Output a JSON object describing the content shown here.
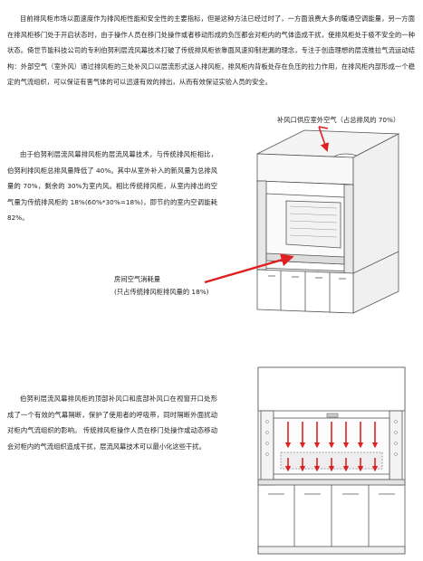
{
  "paragraphs": {
    "intro": "目前排风柜市场以面速度作为排风柜性能和安全性的主要指标，但是这种方法已经过时了，一方面浪费大多的暖通空调能量，另一方面在排风柜移门处于开启状态时，由于操作人员在移门处操作或者移动形成的负压都会对柜内的气体造成干扰，使排风柜处于极不安全的一种状态。倚世节能科技公司的专利伯努利层流风幕技术打破了传统排风柜依靠面风速抑制泄漏的理念，专注于创造理想的层流推拉气流运动结构：外部空气（室外风）通过排风柜的三处补风口以层流形式送入排风柜，排风柜内背板处存在负压的拉力作用，在排风柜内部形成一个稳定的气流组织，可以保证有害气体的可以迅速有效的排出，从而有效保证实验人员的安全。",
    "energy": "由于伯努利层流风幕排风柜的层流风幕技术，与传统排风柜相比，伯努利排风柜总排风量降低了 40%。其中从室外补入的新风量为总排风量的 70%，剩余的 30%为室内风。相比传统排风柜，从室内排出的空气量为传统排风柜的 18%(60%*30%=18%)，即节约的室内空调能耗 82%。",
    "curtain": "伯努利层流风幕排风柜的顶部补风口和底部补风口在视窗开口处形成了一个有效的气幕隔断，保护了使用者的呼吸带，同时隔断外面扰动对柜内气流组织的影响。 传统排风柜操作人员在移门处操作或动态移动会对柜内的气流组织造成干扰，层流风幕技术可以最小化这些干扰。"
  },
  "labels": {
    "supply_air": "补风口供应室外空气（占总排风的 70%）",
    "room_air_title": "房间空气消耗量",
    "room_air_note": "(只占传统排风柜排风量的 18%)"
  },
  "colors": {
    "arrow_red": "#e02020",
    "outline": "#555555",
    "text": "#222222"
  },
  "icons": {
    "fume_hood_top": "fume-hood-isometric",
    "fume_hood_front": "fume-hood-front-view"
  }
}
